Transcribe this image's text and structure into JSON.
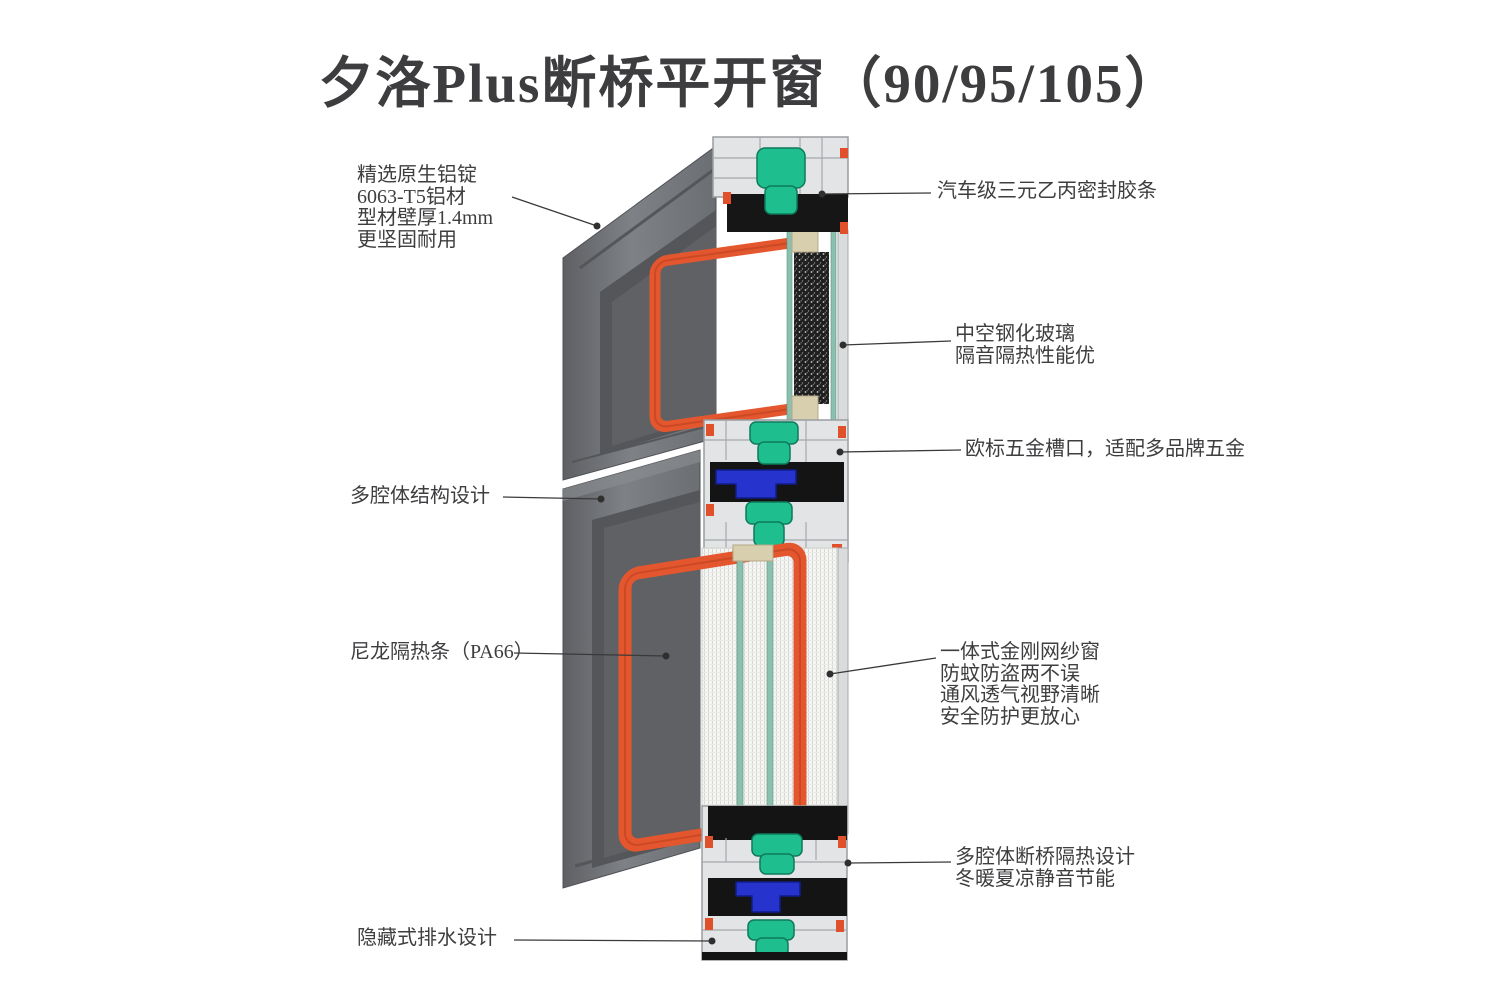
{
  "title": {
    "text": "夕洛Plus断桥平开窗（90/95/105）",
    "color": "#3d3d3f"
  },
  "diagram": {
    "colors": {
      "aluminum_slab_dark": "#6a6d71",
      "aluminum_section_light": "#e2e4e6",
      "thermal_break_orange": "#e4572e",
      "gasket_teal": "#1fbe8f",
      "hardware_blue": "#2633cc",
      "glass_speckle_dark": "#1f1f1f",
      "mesh_white": "#f5f5f3",
      "spacer_beige": "#d8cfae",
      "leader_line": "#3a3a3a"
    },
    "labels_left": [
      {
        "lines": [
          "精选原生铝锭",
          "6063-T5铝材",
          "型材壁厚1.4mm",
          "更坚固耐用"
        ]
      },
      {
        "lines": [
          "多腔体结构设计"
        ]
      },
      {
        "lines": [
          "尼龙隔热条（PA66）"
        ]
      },
      {
        "lines": [
          "隐藏式排水设计"
        ]
      }
    ],
    "labels_right": [
      {
        "lines": [
          "汽车级三元乙丙密封胶条"
        ]
      },
      {
        "lines": [
          "中空钢化玻璃",
          "隔音隔热性能优"
        ]
      },
      {
        "lines": [
          "欧标五金槽口，适配多品牌五金"
        ]
      },
      {
        "lines": [
          "一体式金刚网纱窗",
          "防蚊防盗两不误",
          "通风透气视野清晰",
          "安全防护更放心"
        ]
      },
      {
        "lines": [
          "多腔体断桥隔热设计",
          "冬暖夏凉静音节能"
        ]
      }
    ]
  }
}
